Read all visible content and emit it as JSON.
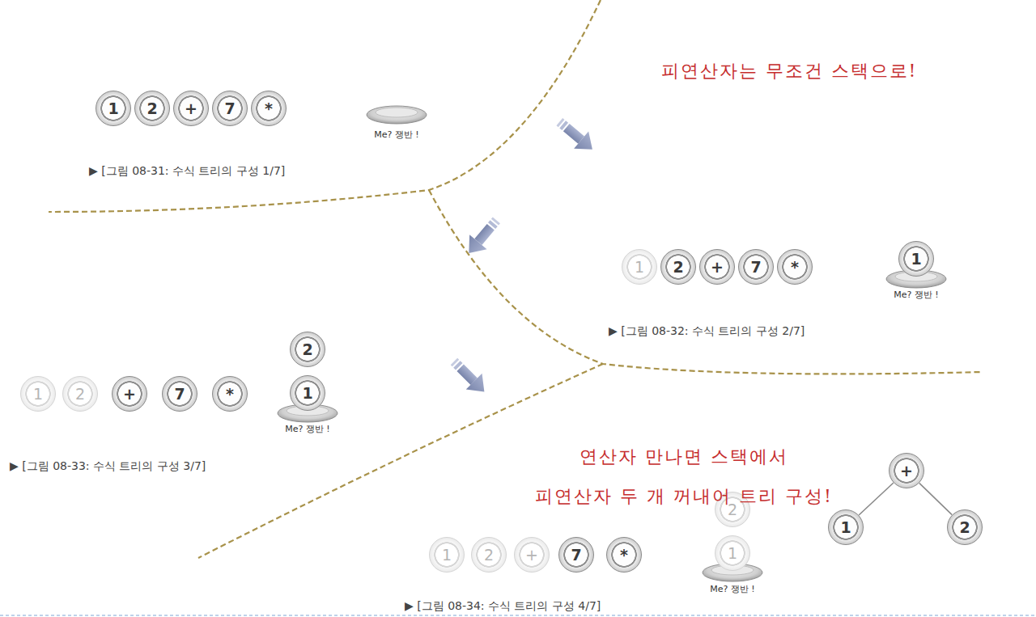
{
  "diagram": {
    "nodes": [
      {
        "text": [
          "1"
        ]
      },
      {
        "text": [
          "2"
        ]
      },
      {
        "text": [
          "+"
        ]
      },
      {
        "text": [
          "7"
        ]
      },
      {
        "text": [
          "*"
        ]
      },
      {
        "text": [
          "1"
        ]
      },
      {
        "text": [
          "2"
        ]
      },
      {
        "text": [
          "+"
        ]
      },
      {
        "text": [
          "7"
        ]
      },
      {
        "text": [
          "*"
        ]
      },
      {
        "text": [
          "1"
        ]
      },
      {
        "text": [
          "1"
        ]
      },
      {
        "text": [
          "2"
        ]
      },
      {
        "text": [
          "+"
        ]
      },
      {
        "text": [
          "7"
        ]
      },
      {
        "text": [
          "*"
        ]
      },
      {
        "text": [
          "2"
        ]
      },
      {
        "text": [
          "1"
        ]
      },
      {
        "text": [
          "1"
        ]
      },
      {
        "text": [
          "2"
        ]
      },
      {
        "text": [
          "+"
        ]
      },
      {
        "text": [
          "7"
        ]
      },
      {
        "text": [
          "*"
        ]
      },
      {
        "text": [
          "2"
        ]
      },
      {
        "text": [
          "1"
        ]
      },
      {
        "text": [
          "+"
        ]
      },
      {
        "text": [
          "1"
        ]
      },
      {
        "text": [
          "2"
        ]
      }
    ],
    "edges": [
      {
        "from": 25,
        "to": 26,
        "arrow": "none"
      },
      {
        "from": 25,
        "to": 27,
        "arrow": "none"
      }
    ],
    "labels": [
      "Me? 쟁반 !",
      "▶ [그림 08-31: 수식 트리의 구성 1/7]",
      "피연산자는 무조건 스택으로!",
      "Me? 쟁반 !",
      "▶ [그림 08-32: 수식 트리의 구성 2/7]",
      "Me? 쟁반 !",
      "▶ [그림 08-33: 수식 트리의 구성 3/7]",
      "연산자 만나면 스택에서",
      "피연산자 두 개 꺼내어 트리 구성!",
      "Me? 쟁반 !",
      "▶ [그림 08-34: 수식 트리의 구성 4/7]"
    ]
  }
}
